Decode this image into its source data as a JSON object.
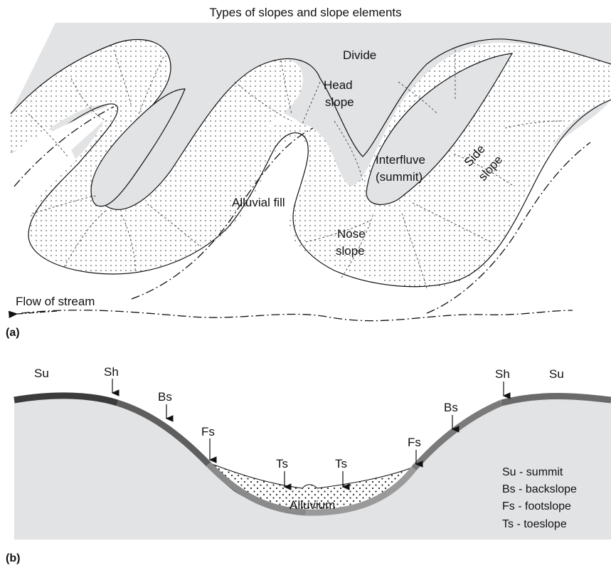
{
  "title": "Types of slopes and slope elements",
  "panel_a": {
    "panel_label": "(a)",
    "labels": {
      "divide": "Divide",
      "head_slope_line1": "Head",
      "head_slope_line2": "slope",
      "interfluve_line1": "Interfluve",
      "interfluve_line2": "(summit)",
      "side_slope_line1": "Side",
      "side_slope_line2": "slope",
      "alluvial_fill": "Alluvial fill",
      "nose_slope_line1": "Nose",
      "nose_slope_line2": "slope",
      "flow_of_stream": "Flow of stream"
    }
  },
  "panel_b": {
    "panel_label": "(b)",
    "markers": {
      "su_left": "Su",
      "sh_left": "Sh",
      "bs_left": "Bs",
      "fs_left": "Fs",
      "ts_left": "Ts",
      "ts_right": "Ts",
      "fs_right": "Fs",
      "bs_right": "Bs",
      "sh_right": "Sh",
      "su_right": "Su"
    },
    "alluvium": "Alluvium",
    "legend": [
      "Su - summit",
      "Bs - backslope",
      "Fs - footslope",
      "Ts - toeslope"
    ]
  }
}
